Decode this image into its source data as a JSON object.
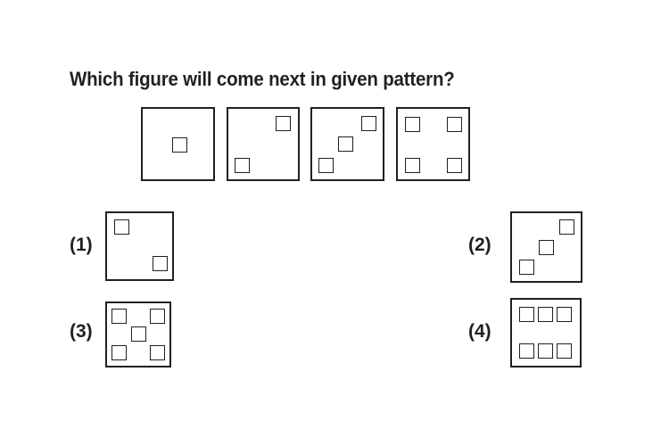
{
  "question": "Which figure will come next in given pattern?",
  "pattern_figures": [
    {
      "name": "figure-1",
      "squares": 1
    },
    {
      "name": "figure-2",
      "squares": 2
    },
    {
      "name": "figure-3",
      "squares": 3
    },
    {
      "name": "figure-4",
      "squares": 4
    }
  ],
  "options": [
    {
      "label": "(1)",
      "squares": 2
    },
    {
      "label": "(2)",
      "squares": 3
    },
    {
      "label": "(3)",
      "squares": 5
    },
    {
      "label": "(4)",
      "squares": 6
    }
  ]
}
